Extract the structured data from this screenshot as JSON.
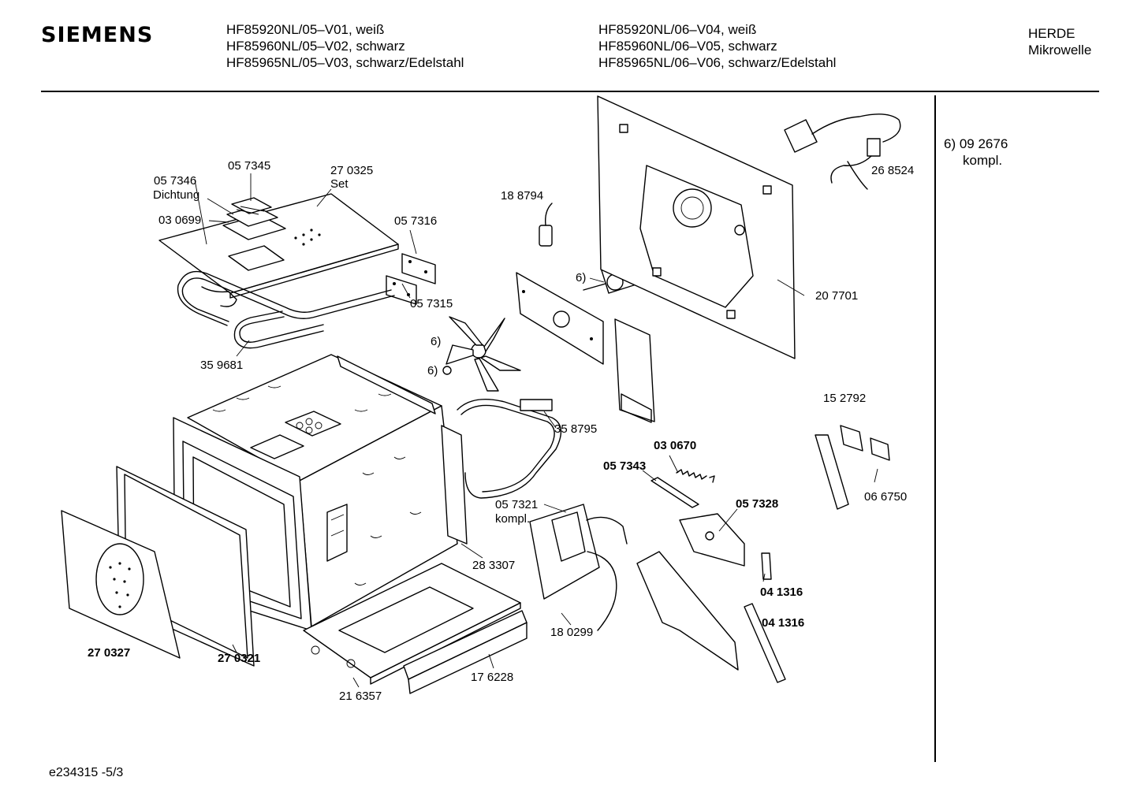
{
  "header": {
    "brand": "SIEMENS",
    "models_left": [
      "HF85920NL/05–V01, weiß",
      "HF85960NL/05–V02, schwarz",
      "HF85965NL/05–V03, schwarz/Edelstahl"
    ],
    "models_right": [
      "HF85920NL/06–V04, weiß",
      "HF85960NL/06–V05, schwarz",
      "HF85965NL/06–V06, schwarz/Edelstahl"
    ],
    "category": [
      "HERDE",
      "Mikrowelle"
    ]
  },
  "side_note": {
    "line1": "6)  09 2676",
    "line2": "kompl."
  },
  "footer": {
    "doc_code": "e234315 -5/3"
  },
  "parts": {
    "p057346": "05 7346",
    "dichtung": "Dichtung",
    "p057345": "05 7345",
    "p270325": "27 0325",
    "set": "Set",
    "p030699": "03 0699",
    "p057316": "05 7316",
    "p057315": "05 7315",
    "p359681": "35 9681",
    "p188794": "18 8794",
    "mark6_a": "6)",
    "mark6_b": "6)",
    "mark6_c": "6)",
    "p268524": "26 8524",
    "p207701": "20 7701",
    "p358795": "35 8795",
    "p152792": "15 2792",
    "p030670": "03 0670",
    "p057343": "05 7343",
    "p066750": "06 6750",
    "p057321": "05 7321",
    "kompl": "kompl.",
    "p057328": "05 7328",
    "p283307": "28 3307",
    "p041316_a": "04 1316",
    "p041316_b": "04 1316",
    "p180299": "18 0299",
    "p270327": "27 0327",
    "p270321": "27 0321",
    "p176228": "17 6228",
    "p216357": "21 6357"
  }
}
